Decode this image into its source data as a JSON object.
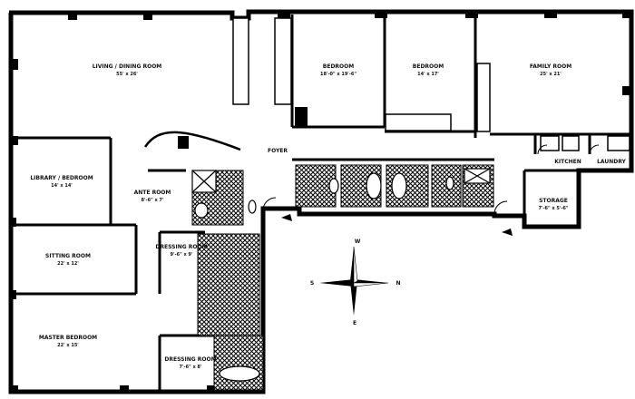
{
  "rooms": {
    "living_dining": {
      "name": "LIVING / DINING ROOM",
      "dims": "55' x 26'"
    },
    "bedroom_1": {
      "name": "BEDROOM",
      "dims": "18'-0\" x 19'-6\""
    },
    "bedroom_2": {
      "name": "BEDROOM",
      "dims": "14' x 17'"
    },
    "family_room": {
      "name": "FAMILY ROOM",
      "dims": "25' x 21'"
    },
    "library_bedroom": {
      "name": "LIBRARY / BEDROOM",
      "dims": "14' x 14'"
    },
    "ante_room": {
      "name": "ANTE ROOM",
      "dims": "8'-6\" x 7'"
    },
    "sitting_room": {
      "name": "SITTING ROOM",
      "dims": "22' x 12'"
    },
    "dressing_room_1": {
      "name": "DRESSING ROOM",
      "dims": "9'-6\" x 9'"
    },
    "master_bedroom": {
      "name": "MASTER BEDROOM",
      "dims": "22' x 15'"
    },
    "dressing_room_2": {
      "name": "DRESSING ROOM",
      "dims": "7'-6\" x 8'"
    },
    "storage": {
      "name": "STORAGE",
      "dims": "7'-6\" x 5'-6\""
    },
    "kitchen": {
      "name": "KITCHEN"
    },
    "laundry": {
      "name": "LAUNDRY"
    },
    "foyer": {
      "name": "FOYER"
    }
  },
  "compass": {
    "north": "N",
    "south": "S",
    "east": "E",
    "west": "W"
  }
}
